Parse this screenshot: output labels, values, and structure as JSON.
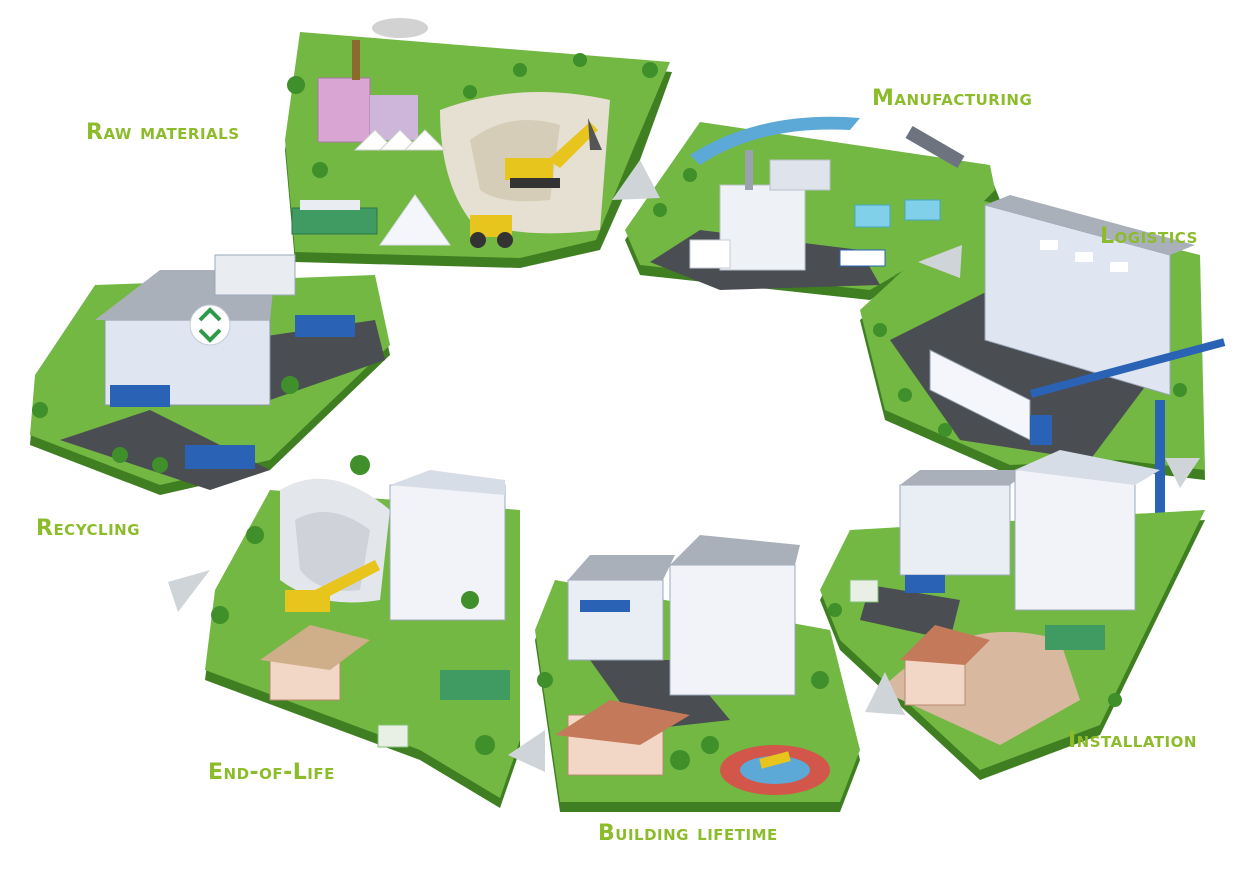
{
  "diagram": {
    "stages": [
      {
        "key": "raw_materials",
        "label": "Raw materials"
      },
      {
        "key": "manufacturing",
        "label": "Manufacturing"
      },
      {
        "key": "logistics",
        "label": "Logistics"
      },
      {
        "key": "installation",
        "label": "Installation"
      },
      {
        "key": "building_lifetime",
        "label": "Building lifetime"
      },
      {
        "key": "end_of_life",
        "label": "End-of-Life"
      },
      {
        "key": "recycling",
        "label": "Recycling"
      }
    ],
    "flow": "clockwise cycle",
    "colors": {
      "label": "#8cbc2c",
      "grass": "#6cb33f",
      "grass_dark": "#4f8f2a",
      "asphalt": "#4a4d52",
      "arrow": "#cfd4d8",
      "building": "#e9edf4",
      "roof": "#a9b0ba",
      "truck": "#2a63b5",
      "excavator": "#e7c51c",
      "recycle_symbol": "#2e9a48"
    }
  }
}
